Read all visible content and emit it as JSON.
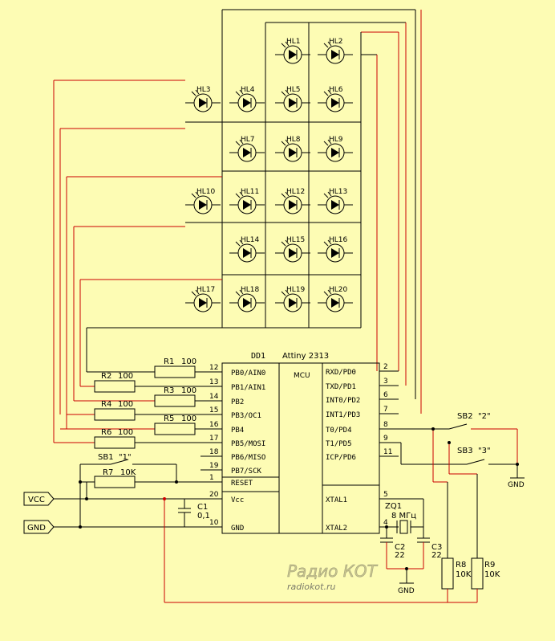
{
  "ic": {
    "ref": "DD1",
    "part": "Attiny 2313",
    "core": "MCU"
  },
  "left_pins": [
    {
      "num": "12",
      "name": "PB0/AIN0"
    },
    {
      "num": "13",
      "name": "PB1/AIN1"
    },
    {
      "num": "14",
      "name": "PB2"
    },
    {
      "num": "15",
      "name": "PB3/OC1"
    },
    {
      "num": "16",
      "name": "PB4"
    },
    {
      "num": "17",
      "name": "PB5/MOSI"
    },
    {
      "num": "18",
      "name": "PB6/MISO"
    },
    {
      "num": "19",
      "name": "PB7/SCK"
    },
    {
      "num": "1",
      "name": "RESET"
    },
    {
      "num": "20",
      "name": "Vcc"
    },
    {
      "num": "10",
      "name": "GND"
    }
  ],
  "right_pins": [
    {
      "num": "2",
      "name": "RXD/PD0"
    },
    {
      "num": "3",
      "name": "TXD/PD1"
    },
    {
      "num": "6",
      "name": "INT0/PD2"
    },
    {
      "num": "7",
      "name": "INT1/PD3"
    },
    {
      "num": "8",
      "name": "T0/PD4"
    },
    {
      "num": "9",
      "name": "T1/PD5"
    },
    {
      "num": "11",
      "name": "ICP/PD6"
    },
    {
      "num": "5",
      "name": "XTAL1"
    },
    {
      "num": "4",
      "name": "XTAL2"
    }
  ],
  "leds": [
    "HL1",
    "HL2",
    "HL3",
    "HL4",
    "HL5",
    "HL6",
    "HL7",
    "HL8",
    "HL9",
    "HL10",
    "HL11",
    "HL12",
    "HL13",
    "HL14",
    "HL15",
    "HL16",
    "HL17",
    "HL18",
    "HL19",
    "HL20"
  ],
  "resistors": [
    {
      "ref": "R1",
      "value": "100"
    },
    {
      "ref": "R2",
      "value": "100"
    },
    {
      "ref": "R3",
      "value": "100"
    },
    {
      "ref": "R4",
      "value": "100"
    },
    {
      "ref": "R5",
      "value": "100"
    },
    {
      "ref": "R6",
      "value": "100"
    },
    {
      "ref": "R7",
      "value": "10K"
    },
    {
      "ref": "R8",
      "value": "10K"
    },
    {
      "ref": "R9",
      "value": "10K"
    }
  ],
  "switches": [
    {
      "ref": "SB1",
      "label": "\"1\""
    },
    {
      "ref": "SB2",
      "label": "\"2\""
    },
    {
      "ref": "SB3",
      "label": "\"3\""
    }
  ],
  "capacitors": [
    {
      "ref": "C1",
      "value": "0,1"
    },
    {
      "ref": "C2",
      "value": "22"
    },
    {
      "ref": "C3",
      "value": "22"
    }
  ],
  "crystal": {
    "ref": "ZQ1",
    "value": "8 МГц"
  },
  "terminals": {
    "vcc": "VCC",
    "gnd": "GND"
  },
  "ground_label": "GND",
  "watermark": {
    "logo": "Радио КОТ",
    "url": "radiokot.ru"
  },
  "colors": {
    "background": "#fdfcb4",
    "wire": "#000000",
    "bus": "#cc0000",
    "watermark": "#9a9a7a"
  }
}
